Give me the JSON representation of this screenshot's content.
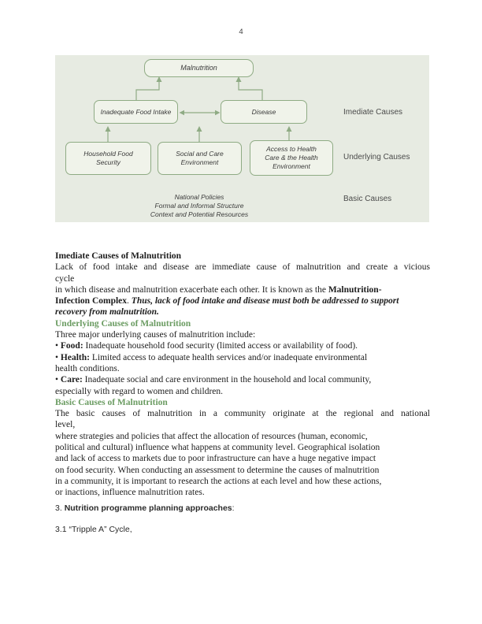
{
  "theme": {
    "panel_bg": "#e7ebe2",
    "box_fill": "#f0f3ea",
    "line_green": "#8fab84",
    "heading_green": "#6b9c62"
  },
  "page": {
    "number": "4"
  },
  "diagram": {
    "boxes": {
      "malnutrition": "Malnutrition",
      "food_intake": "Inadequate Food Intake",
      "disease": "Disease",
      "household": "Household Food\nSecurity",
      "social": "Social and Care\nEnvironment",
      "access": "Access to Health\nCare & the Health\nEnvironment"
    },
    "basic_text": "National Policies\nFormal and Informal Structure\nContext and Potential Resources",
    "side_labels": {
      "immediate": "Imediate Causes",
      "underlying": "Underlying Causes",
      "basic": "Basic Causes"
    }
  },
  "content": {
    "lines": [
      {
        "seg": [
          [
            "Imediate Causes of Malnutrition",
            "b"
          ]
        ]
      },
      {
        "seg": [
          [
            "Lack of food intake and disease are immediate cause of malnutrition and create a vicious",
            ""
          ]
        ],
        "cls": "stretch"
      },
      {
        "seg": [
          [
            "cycle",
            ""
          ]
        ]
      },
      {
        "seg": [
          [
            "in which disease and malnutrition exacerbate each other. It is known as the ",
            ""
          ],
          [
            "Malnutrition-",
            "b"
          ]
        ]
      },
      {
        "seg": [
          [
            "Infection Complex",
            "b"
          ],
          [
            ". ",
            ""
          ],
          [
            "Thus, lack of food intake and disease must both be addressed to support",
            "bi"
          ]
        ]
      },
      {
        "seg": [
          [
            "recovery from malnutrition.",
            "bi"
          ]
        ]
      },
      {
        "seg": [
          [
            "Underlying Causes of Malnutrition",
            "bg"
          ]
        ]
      },
      {
        "seg": [
          [
            "Three major underlying causes of malnutrition include:",
            ""
          ]
        ]
      },
      {
        "seg": [
          [
            "• ",
            ""
          ],
          [
            "Food:",
            "b"
          ],
          [
            " Inadequate household food security (limited access or availability of food).",
            ""
          ]
        ]
      },
      {
        "seg": [
          [
            "• ",
            ""
          ],
          [
            "Health:",
            "b"
          ],
          [
            " Limited access to adequate health services and/or inadequate environmental",
            ""
          ]
        ]
      },
      {
        "seg": [
          [
            "health conditions.",
            ""
          ]
        ]
      },
      {
        "seg": [
          [
            "• ",
            ""
          ],
          [
            "Care:",
            "b"
          ],
          [
            " Inadequate social and care environment in the household and local community,",
            ""
          ]
        ]
      },
      {
        "seg": [
          [
            "especially with regard to women and children.",
            ""
          ]
        ]
      },
      {
        "seg": [
          [
            "Basic Causes of Malnutrition",
            "bg"
          ]
        ]
      },
      {
        "seg": [
          [
            "The basic causes of malnutrition in a community originate at the regional and national",
            ""
          ]
        ],
        "cls": "stretch"
      },
      {
        "seg": [
          [
            "level,",
            ""
          ]
        ]
      },
      {
        "seg": [
          [
            "where strategies and policies that affect the allocation of resources (human, economic,",
            ""
          ]
        ]
      },
      {
        "seg": [
          [
            "political and cultural) influence what happens at community level. Geographical isolation",
            ""
          ]
        ]
      },
      {
        "seg": [
          [
            "and lack of access to markets due to poor infrastructure can have a huge negative impact",
            ""
          ]
        ]
      },
      {
        "seg": [
          [
            "on food security. When conducting an assessment to determine the causes of malnutrition",
            ""
          ]
        ]
      },
      {
        "seg": [
          [
            "in a community, it is important to research the actions at each level and how these actions,",
            ""
          ]
        ]
      },
      {
        "seg": [
          [
            "or inactions, influence malnutrition rates.",
            ""
          ]
        ]
      }
    ]
  },
  "section3": {
    "lines": [
      {
        "seg": [
          [
            "3. ",
            ""
          ],
          [
            "Nutrition programme planning approaches",
            "b"
          ],
          [
            ":",
            ""
          ]
        ]
      },
      {
        "seg": [
          [
            "3.1 “Tripple A” Cycle,",
            ""
          ]
        ]
      }
    ]
  }
}
